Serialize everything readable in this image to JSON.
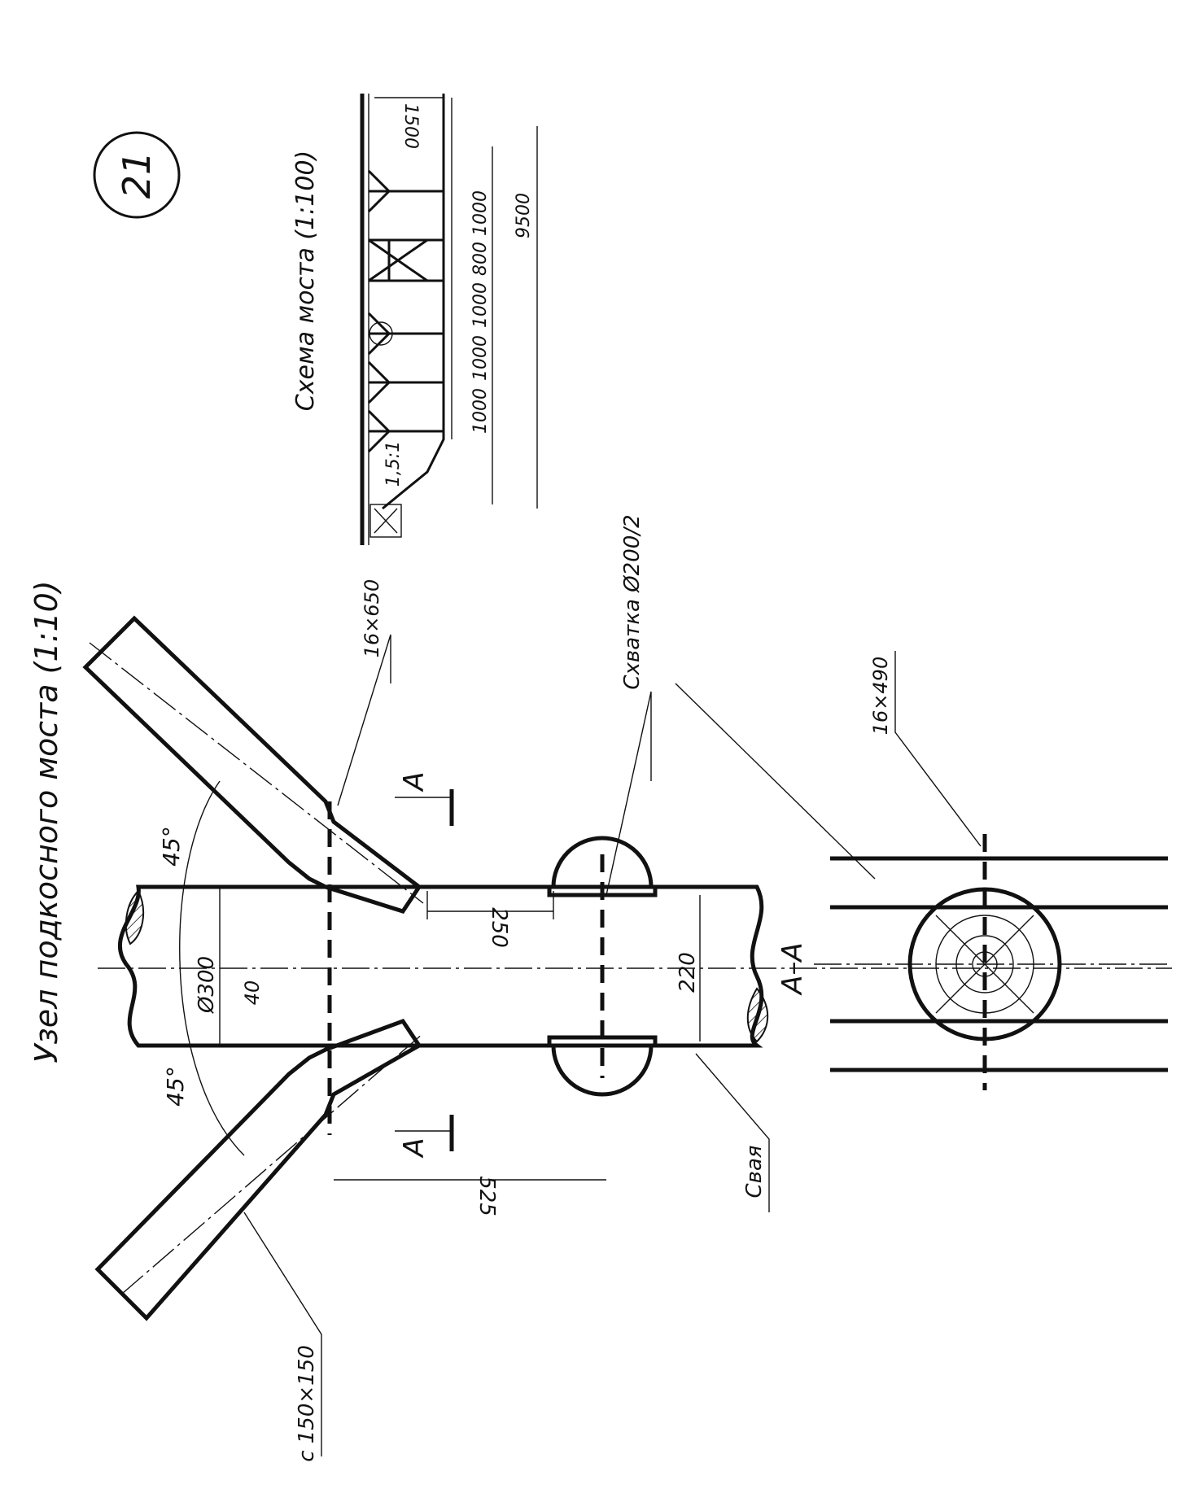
{
  "sheet_number": "21",
  "main_title": "Узел подкосного моста (1:10)",
  "scheme": {
    "title": "Схема моста (1:100)",
    "slope": "1,5:1",
    "dim_top": "1500",
    "dims": [
      "1000",
      "1000",
      "1000",
      "800",
      "1000"
    ],
    "dim_total": "9500"
  },
  "labels": {
    "angle_upper": "45°",
    "angle_lower": "45°",
    "diameter": "Ø300",
    "dim_40": "40",
    "dim_250": "250",
    "dim_220": "220",
    "dim_525": "525",
    "bolt_upper": "16×650",
    "bolt_section": "16×490",
    "clamp": "Схватка Ø200/2",
    "pile": "Свая",
    "strut": "с 150×150",
    "cut_letter_upper": "А",
    "cut_letter_lower": "А",
    "section_title": "А–А"
  }
}
